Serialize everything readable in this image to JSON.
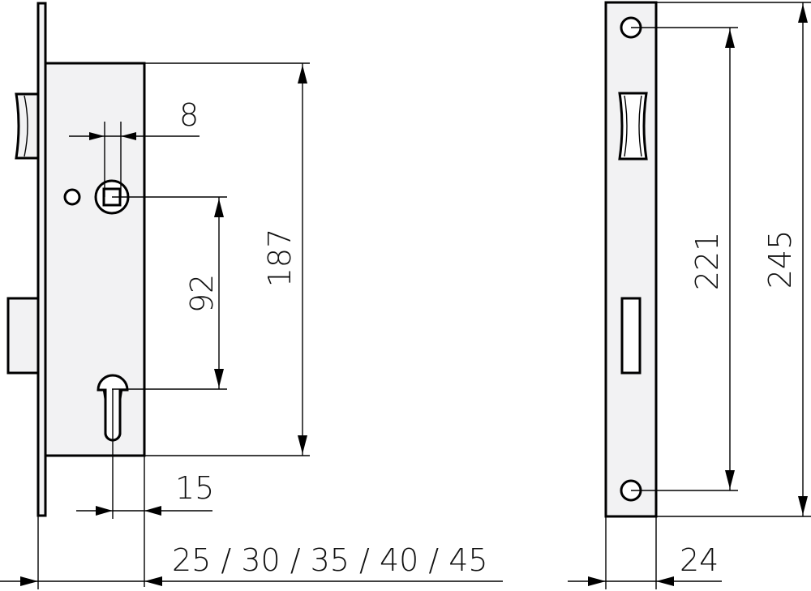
{
  "diagram": {
    "dimensions": {
      "cam_offset": "8",
      "handle_to_cylinder": "92",
      "case_height": "187",
      "cylinder_offset": "15",
      "backset": "25 / 30 / 35 / 40 / 45",
      "strike_hole_spacing": "221",
      "strike_height": "245",
      "strike_width": "24"
    }
  }
}
